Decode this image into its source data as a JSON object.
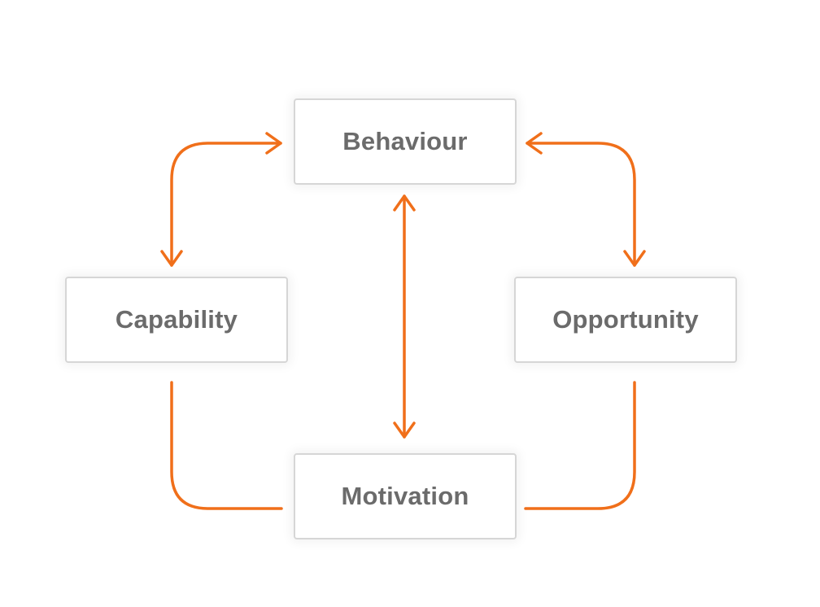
{
  "diagram": {
    "accent_color": "#f06f1a",
    "nodes": {
      "behaviour": "Behaviour",
      "capability": "Capability",
      "opportunity": "Opportunity",
      "motivation": "Motivation"
    },
    "connections": [
      {
        "from": "behaviour",
        "to": "capability",
        "arrows": "both"
      },
      {
        "from": "behaviour",
        "to": "opportunity",
        "arrows": "both"
      },
      {
        "from": "behaviour",
        "to": "motivation",
        "arrows": "both"
      },
      {
        "from": "capability",
        "to": "motivation",
        "arrows": "none"
      },
      {
        "from": "opportunity",
        "to": "motivation",
        "arrows": "none"
      }
    ]
  }
}
